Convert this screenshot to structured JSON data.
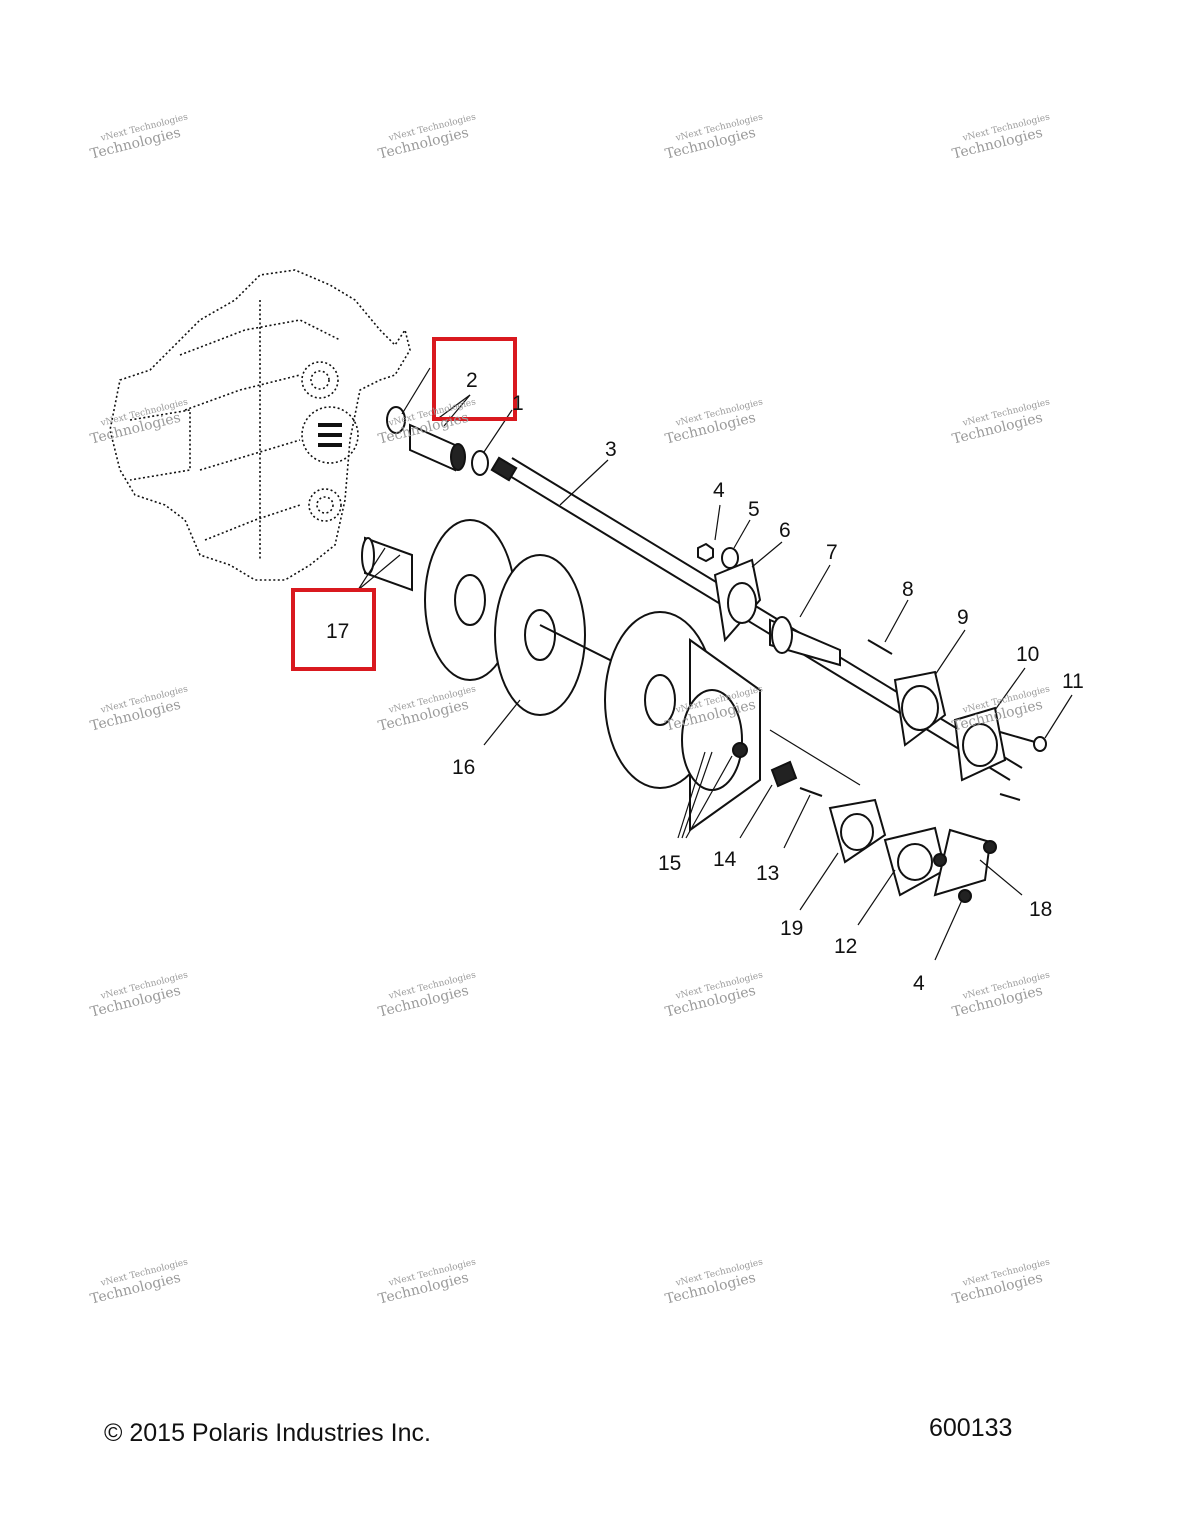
{
  "watermark": {
    "line1": "vNext Technologies",
    "line2": "Technologies"
  },
  "callouts": {
    "c1": "1",
    "c2": "2",
    "c3": "3",
    "c4a": "4",
    "c4b": "4",
    "c5": "5",
    "c6": "6",
    "c7": "7",
    "c8": "8",
    "c9": "9",
    "c10": "10",
    "c11": "11",
    "c12": "12",
    "c13": "13",
    "c14": "14",
    "c15": "15",
    "c16": "16",
    "c17": "17",
    "c18": "18",
    "c19": "19"
  },
  "highlighted_callouts": [
    "2",
    "17"
  ],
  "highlight_color": "#d9191f",
  "footer": {
    "copyright": "© 2015 Polaris Industries Inc.",
    "diagram_number": "600133"
  }
}
